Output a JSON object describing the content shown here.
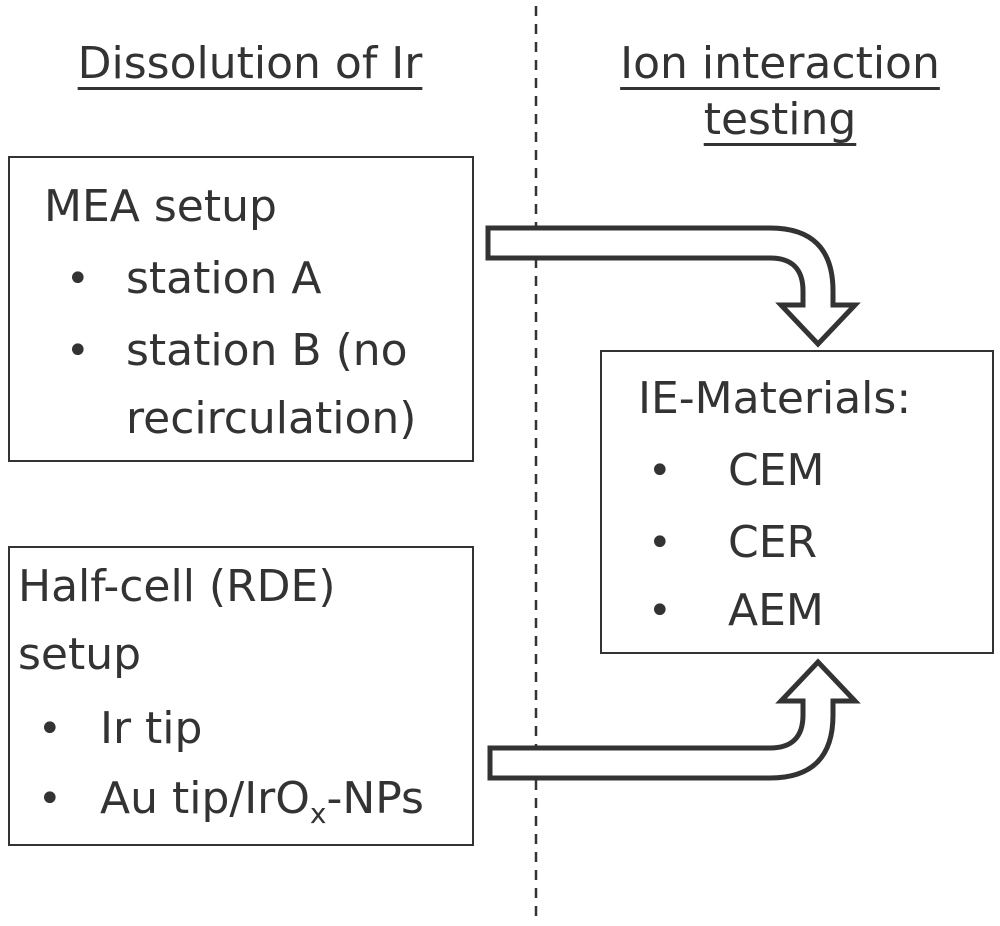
{
  "headings": {
    "left": "Dissolution of Ir",
    "right_line1": "Ion interaction",
    "right_line2": "testing"
  },
  "mea_box": {
    "title": "MEA setup",
    "items": [
      "station A",
      "station B (no",
      "recirculation)"
    ]
  },
  "half_cell_box": {
    "title_line1": "Half-cell (RDE)",
    "title_line2": "setup",
    "items": [
      "Ir tip",
      "Au tip/IrO",
      "x",
      "-NPs"
    ]
  },
  "ie_box": {
    "title": "IE-Materials:",
    "items": [
      "CEM",
      "CER",
      "AEM"
    ]
  },
  "bullet_glyph": "•",
  "colors": {
    "stroke": "#333333",
    "text": "#333333",
    "background": "#ffffff"
  }
}
